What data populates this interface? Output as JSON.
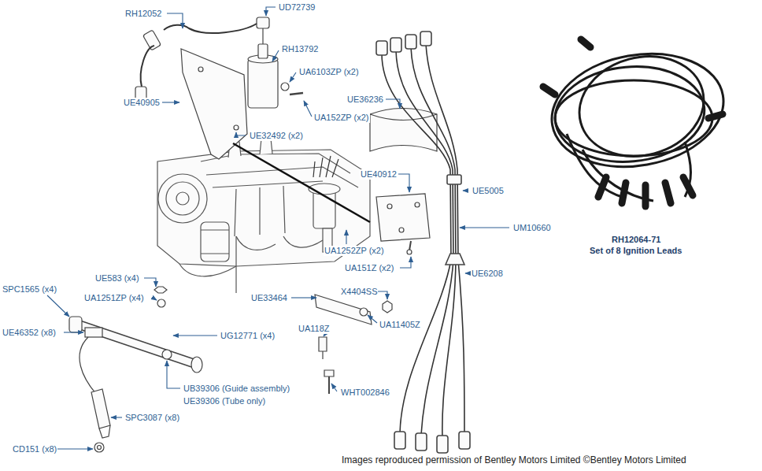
{
  "diagram": {
    "caption": "Images reproduced permission of Bentley Motors Limited ©Bentley Motors Limited",
    "labels": [
      "RH12052",
      "UD72739",
      "RH13792",
      "UA6103ZP (x2)",
      "UE40905",
      "UA152ZP (x2)",
      "UE36236",
      "UE32492 (x2)",
      "UE40912",
      "UE5005",
      "UM10660",
      "UA1252ZP (x2)",
      "UA151Z (x2)",
      "UE6208",
      "X4404SS",
      "UE583 (x4)",
      "SPC1565 (x4)",
      "UA1251ZP (x4)",
      "UE33464",
      "UA11405Z",
      "UA118Z",
      "UE46352 (x8)",
      "UG12771 (x4)",
      "UB39306 (Guide assembly)",
      "UE39306 (Tube only)",
      "WHT002846",
      "SPC3087 (x8)",
      "CD151 (x8)",
      "RH12064-71",
      "Set of 8 Ignition Leads"
    ]
  }
}
